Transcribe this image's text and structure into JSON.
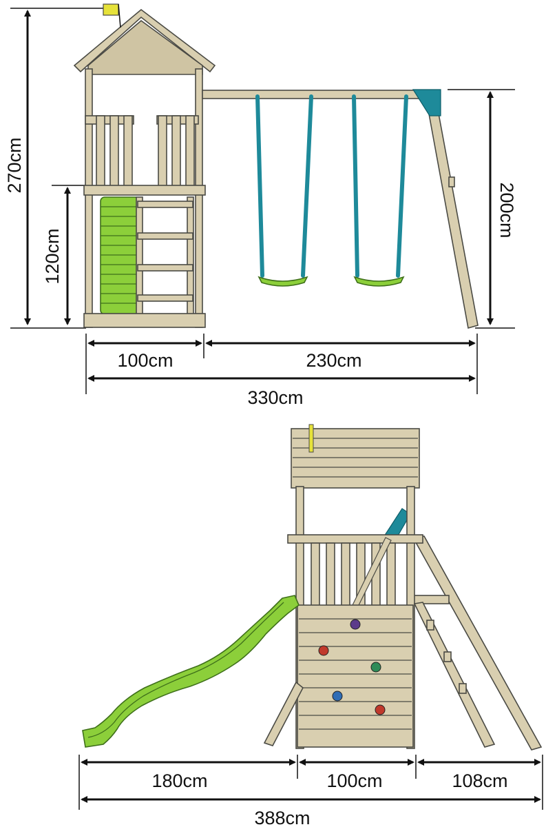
{
  "palette": {
    "wood": "#d9cfb0",
    "wood_dark": "#4a4a44",
    "slide_green": "#8ccf3a",
    "chain_teal": "#1e8a9a",
    "flag_yellow": "#e6e23a"
  },
  "side_view": {
    "height_total": "270cm",
    "platform_height": "120cm",
    "swing_height": "200cm",
    "tower_width": "100cm",
    "swing_width": "230cm",
    "total_width": "330cm"
  },
  "front_view": {
    "slide_length": "180cm",
    "tower_width": "100cm",
    "ladder_depth": "108cm",
    "total_width": "388cm"
  }
}
